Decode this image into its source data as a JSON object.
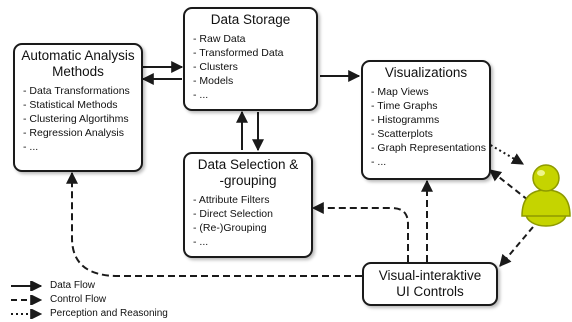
{
  "nodes": {
    "storage": {
      "title": "Data Storage",
      "items": [
        "Raw Data",
        "Transformed Data",
        "Clusters",
        "Models",
        "..."
      ]
    },
    "analysis": {
      "title_line1": "Automatic Analysis",
      "title_line2": "Methods",
      "items": [
        "Data Transformations",
        "Statistical Methods",
        "Clustering Algortihms",
        "Regression Analysis",
        "..."
      ]
    },
    "visualizations": {
      "title": "Visualizations",
      "items": [
        "Map Views",
        "Time Graphs",
        "Histogramms",
        "Scatterplots",
        "Graph Representations",
        "..."
      ]
    },
    "selection": {
      "title_line1": "Data Selection &",
      "title_line2": "-grouping",
      "items": [
        "Attribute Filters",
        "Direct Selection",
        "(Re-)Grouping",
        "..."
      ]
    },
    "controls": {
      "title_line1": "Visual-interaktive",
      "title_line2": "UI Controls"
    }
  },
  "legend": {
    "data_flow": "Data Flow",
    "control_flow": "Control Flow",
    "perception": "Perception and Reasoning"
  },
  "colors": {
    "user_body": "#c5d400",
    "user_outline": "#8e9a00",
    "line": "#1a1a1a"
  }
}
